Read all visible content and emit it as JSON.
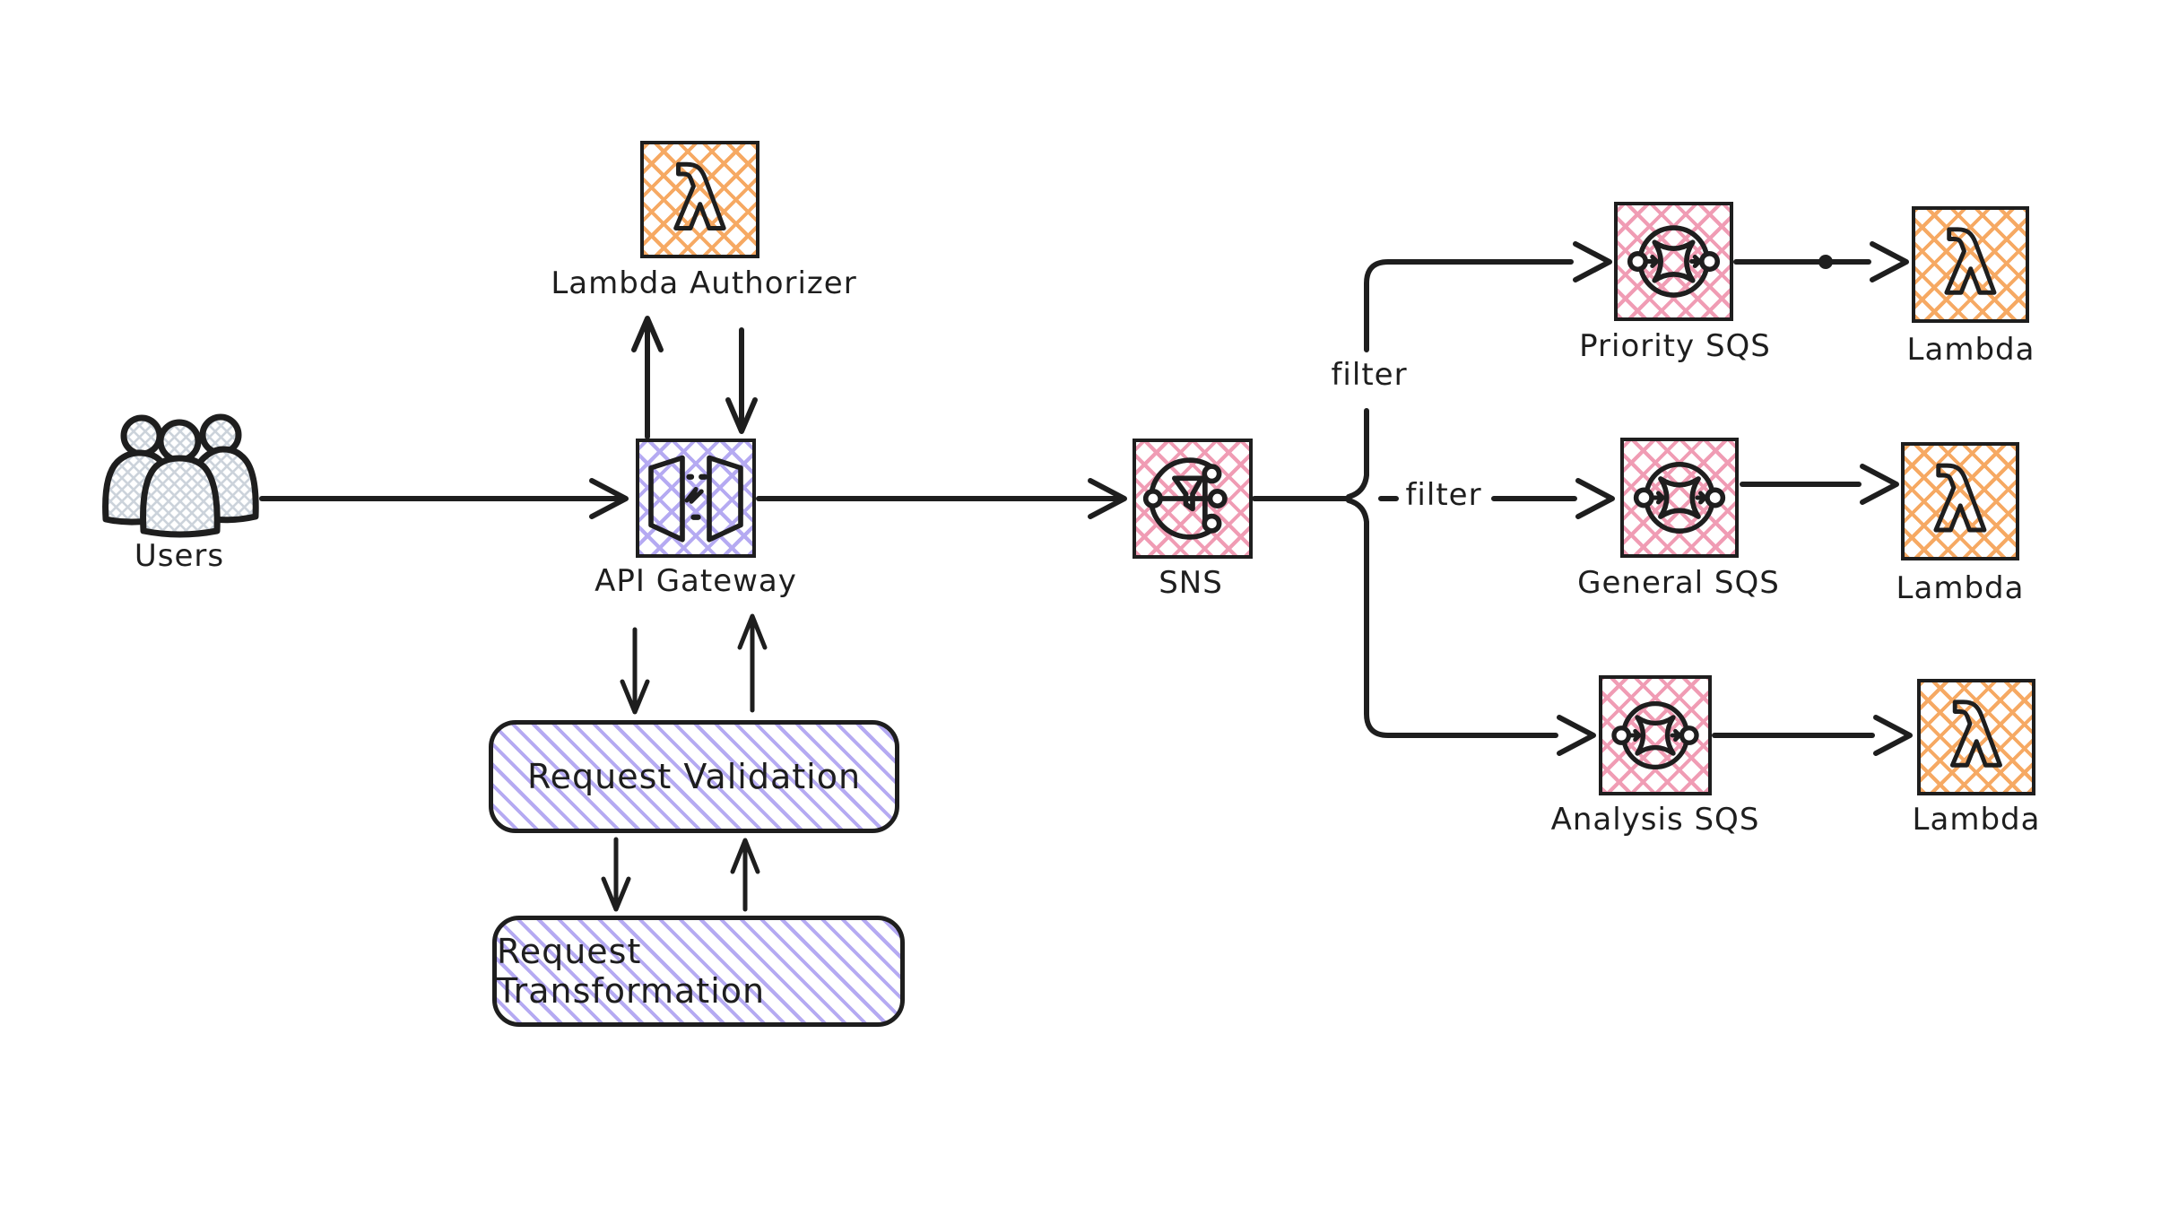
{
  "canvas": {
    "background": "#ffffff",
    "stroke": "#1e1e1e"
  },
  "colors": {
    "lambda_orange": "#f6a963",
    "gateway_purple": "#b5aaf2",
    "queue_pink": "#f09cb4",
    "users_gray": "#ccd3db"
  },
  "nodes": {
    "users": {
      "label": "Users"
    },
    "lambda_authorizer": {
      "label": "Lambda Authorizer"
    },
    "api_gateway": {
      "label": "API Gateway"
    },
    "request_validation": {
      "label": "Request Validation"
    },
    "request_transformation": {
      "label": "Request Transformation"
    },
    "sns": {
      "label": "SNS"
    },
    "priority_sqs": {
      "label": "Priority SQS"
    },
    "general_sqs": {
      "label": "General SQS"
    },
    "analysis_sqs": {
      "label": "Analysis SQS"
    },
    "lambda_priority": {
      "label": "Lambda"
    },
    "lambda_general": {
      "label": "Lambda"
    },
    "lambda_analysis": {
      "label": "Lambda"
    }
  },
  "edge_labels": {
    "filter_top": "filter",
    "filter_middle": "filter"
  }
}
